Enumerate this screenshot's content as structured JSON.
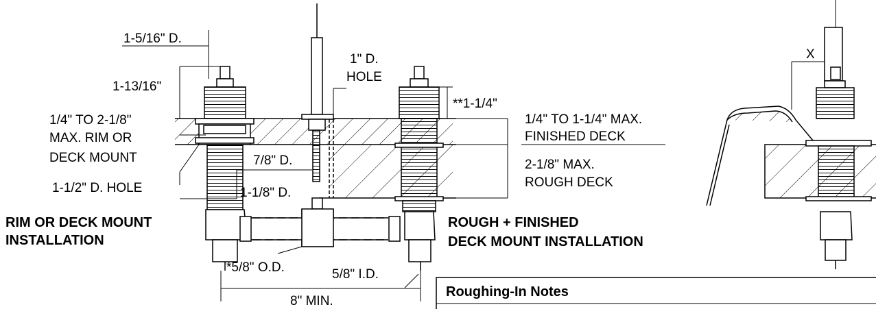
{
  "labels": {
    "hole_dia_top": "1-5/16\" D.",
    "stem_height": "1-13/16\"",
    "rim_range_1": "1/4\" TO 2-1/8\"",
    "rim_range_2": "MAX. RIM OR",
    "rim_range_3": "DECK MOUNT",
    "hole_1_1_2": "1-1/2\" D. HOLE",
    "spout_hole_1": "1\" D.",
    "spout_hole_2": "HOLE",
    "dia_7_8": "7/8\" D.",
    "dia_1_1_8": "1-1/8\" D.",
    "height_1_1_4": "**1-1/4\"",
    "finished_deck_1": "1/4\" TO 1-1/4\" MAX.",
    "finished_deck_2": "FINISHED DECK",
    "rough_deck_1": "2-1/8\" MAX.",
    "rough_deck_2": "ROUGH DECK",
    "od_5_8": "*5/8\" O.D.",
    "id_5_8": "5/8\" I.D.",
    "min_8": "8\" MIN.",
    "x_dim": "X"
  },
  "titles": {
    "rim_mount_1": "RIM OR DECK MOUNT",
    "rim_mount_2": "INSTALLATION",
    "rough_finished_1": "ROUGH + FINISHED",
    "rough_finished_2": "DECK MOUNT INSTALLATION"
  },
  "notes": {
    "heading": "Roughing-In Notes"
  }
}
